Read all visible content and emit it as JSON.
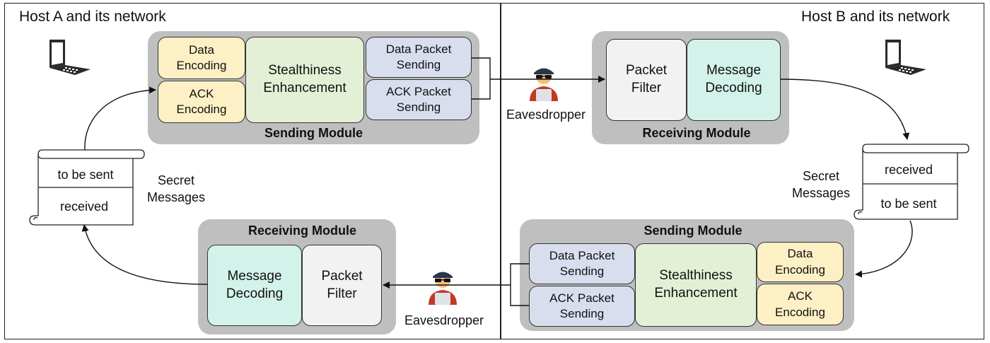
{
  "host_a": {
    "title": "Host A and its network"
  },
  "host_b": {
    "title": "Host B and its network"
  },
  "top_sending_module": {
    "label": "Sending Module",
    "data_encoding": "Data\nEncoding",
    "ack_encoding": "ACK\nEncoding",
    "stealthiness": "Stealthiness\nEnhancement",
    "data_packet_sending": "Data Packet\nSending",
    "ack_packet_sending": "ACK Packet\nSending"
  },
  "top_receiving_module": {
    "label": "Receiving Module",
    "packet_filter": "Packet\nFilter",
    "message_decoding": "Message\nDecoding"
  },
  "bottom_sending_module": {
    "label": "Sending Module",
    "data_packet_sending": "Data Packet\nSending",
    "ack_packet_sending": "ACK Packet\nSending",
    "stealthiness": "Stealthiness\nEnhancement",
    "data_encoding": "Data\nEncoding",
    "ack_encoding": "ACK\nEncoding"
  },
  "bottom_receiving_module": {
    "label": "Receiving Module",
    "message_decoding": "Message\nDecoding",
    "packet_filter": "Packet\nFilter"
  },
  "eavesdropper_top": {
    "label": "Eavesdropper"
  },
  "eavesdropper_bottom": {
    "label": "Eavesdropper"
  },
  "scroll_a": {
    "top": "to be sent",
    "bottom": "received"
  },
  "scroll_b": {
    "top": "received",
    "bottom": "to be sent"
  },
  "secret_a": {
    "label": "Secret\nMessages"
  },
  "secret_b": {
    "label": "Secret\nMessages"
  },
  "icons": [
    "laptop-icon",
    "eavesdropper-icon",
    "scroll-icon"
  ]
}
